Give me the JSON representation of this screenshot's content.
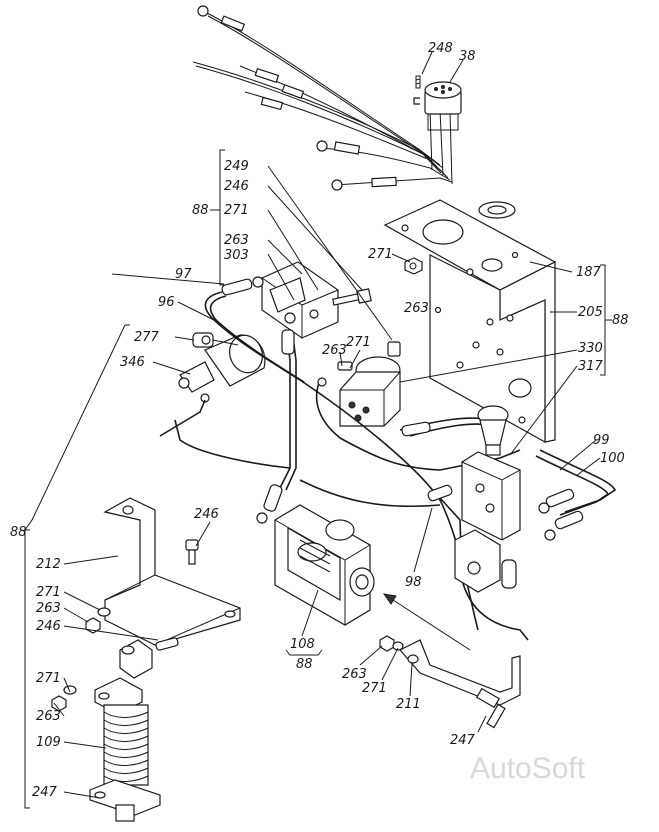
{
  "watermark": "AutoSoft",
  "callouts": [
    {
      "id": "c248",
      "text": "248"
    },
    {
      "id": "c38",
      "text": "38"
    },
    {
      "id": "c249",
      "text": "249"
    },
    {
      "id": "c246a",
      "text": "246"
    },
    {
      "id": "c88a",
      "text": "88"
    },
    {
      "id": "c271a",
      "text": "271"
    },
    {
      "id": "c263a",
      "text": "263"
    },
    {
      "id": "c303",
      "text": "303"
    },
    {
      "id": "c97",
      "text": "97"
    },
    {
      "id": "c96",
      "text": "96"
    },
    {
      "id": "c277",
      "text": "277"
    },
    {
      "id": "c346",
      "text": "346"
    },
    {
      "id": "c271b",
      "text": "271"
    },
    {
      "id": "c263b",
      "text": "263"
    },
    {
      "id": "c263c",
      "text": "263"
    },
    {
      "id": "c271c",
      "text": "271"
    },
    {
      "id": "c187",
      "text": "187"
    },
    {
      "id": "c205",
      "text": "205"
    },
    {
      "id": "c88b",
      "text": "88"
    },
    {
      "id": "c330",
      "text": "330"
    },
    {
      "id": "c317",
      "text": "317"
    },
    {
      "id": "c99",
      "text": "99"
    },
    {
      "id": "c100",
      "text": "100"
    },
    {
      "id": "c88c",
      "text": "88"
    },
    {
      "id": "c246b",
      "text": "246"
    },
    {
      "id": "c212",
      "text": "212"
    },
    {
      "id": "c271d",
      "text": "271"
    },
    {
      "id": "c263d",
      "text": "263"
    },
    {
      "id": "c246c",
      "text": "246"
    },
    {
      "id": "c98",
      "text": "98"
    },
    {
      "id": "c108",
      "text": "108"
    },
    {
      "id": "c88d",
      "text": "88"
    },
    {
      "id": "c263e",
      "text": "263"
    },
    {
      "id": "c271e",
      "text": "271"
    },
    {
      "id": "c211",
      "text": "211"
    },
    {
      "id": "c271f",
      "text": "271"
    },
    {
      "id": "c263f",
      "text": "263"
    },
    {
      "id": "c109",
      "text": "109"
    },
    {
      "id": "c247a",
      "text": "247"
    },
    {
      "id": "c247b",
      "text": "247"
    }
  ]
}
